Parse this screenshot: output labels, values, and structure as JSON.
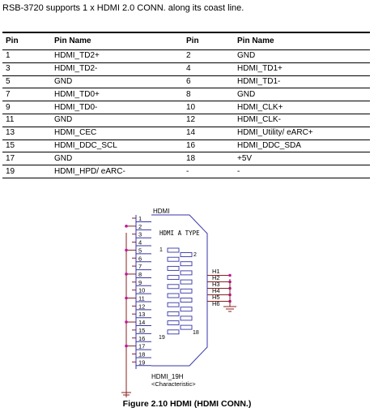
{
  "intro_text": "RSB-3720 supports 1 x HDMI 2.0 CONN. along its coast line.",
  "table": {
    "headers": [
      "Pin",
      "Pin Name",
      "Pin",
      "Pin Name"
    ],
    "rows": [
      [
        "1",
        "HDMI_TD2+",
        "2",
        "GND"
      ],
      [
        "3",
        "HDMI_TD2-",
        "4",
        "HDMI_TD1+"
      ],
      [
        "5",
        "GND",
        "6",
        "HDMI_TD1-"
      ],
      [
        "7",
        "HDMI_TD0+",
        "8",
        "GND"
      ],
      [
        "9",
        "HDMI_TD0-",
        "10",
        "HDMI_CLK+"
      ],
      [
        "11",
        "GND",
        "12",
        "HDMI_CLK-"
      ],
      [
        "13",
        "HDMI_CEC",
        "14",
        "HDMI_Utility/ eARC+"
      ],
      [
        "15",
        "HDMI_DDC_SCL",
        "16",
        "HDMI_DDC_SDA"
      ],
      [
        "17",
        "GND",
        "18",
        "+5V"
      ],
      [
        "19",
        "HDMI_HPD/ eARC-",
        "-",
        "-"
      ]
    ]
  },
  "schematic": {
    "ref": "HDMI",
    "type_label": "HDMI A TYPE",
    "part": "HDMI_19H",
    "characteristic": "<Characteristic>",
    "pin_labels": [
      "1",
      "2",
      "3",
      "4",
      "5",
      "6",
      "7",
      "8",
      "9",
      "10",
      "11",
      "12",
      "13",
      "14",
      "15",
      "16",
      "17",
      "18",
      "19"
    ],
    "inner_labels": {
      "top_left": "1",
      "top_right": "2",
      "bottom_left": "19",
      "bottom_right": "18"
    },
    "shield_pins": [
      "H1",
      "H2",
      "H3",
      "H4",
      "H5",
      "H6"
    ]
  },
  "caption": "Figure 2.10 HDMI (HDMI CONN.)"
}
